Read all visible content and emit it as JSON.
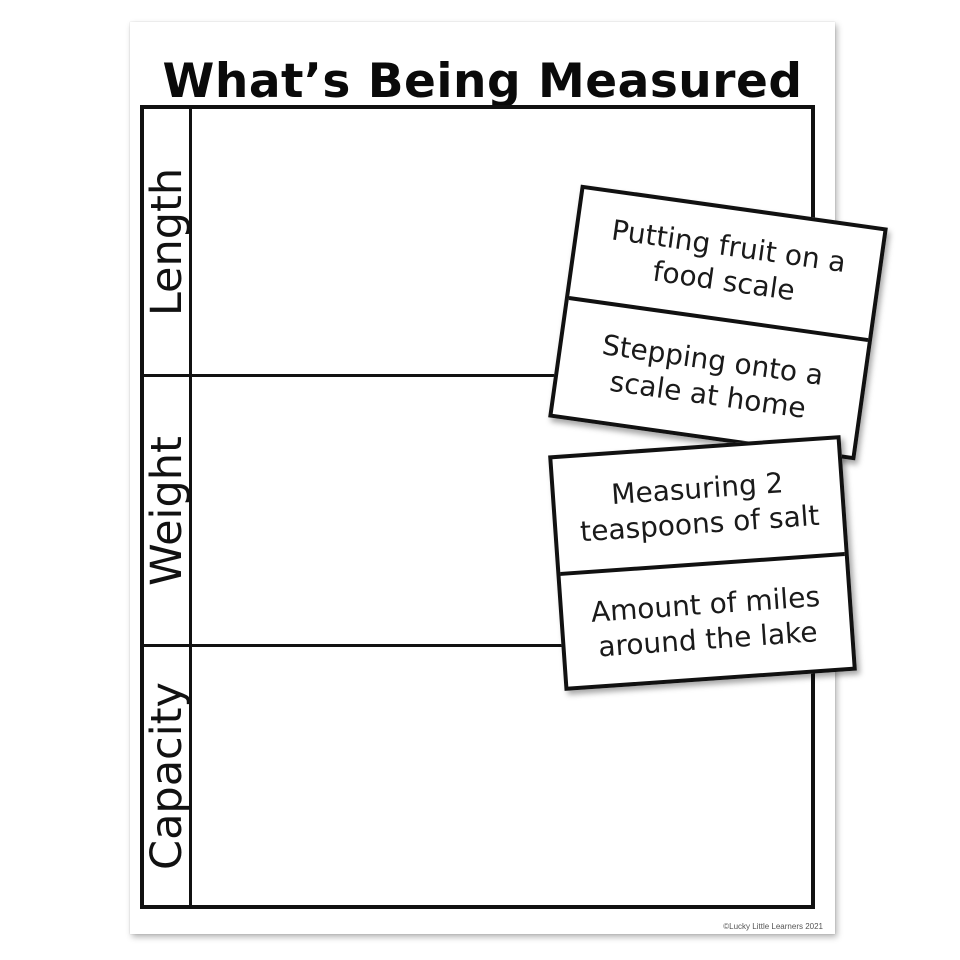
{
  "sheet": {
    "title": "What’s Being Measured",
    "rows": [
      {
        "label": "Length"
      },
      {
        "label": "Weight"
      },
      {
        "label": "Capacity"
      }
    ],
    "copyright": "©Lucky Little Learners 2021"
  },
  "cards": [
    {
      "items": [
        "Putting fruit on a food scale",
        "Stepping onto a scale at home"
      ]
    },
    {
      "items": [
        "Measuring 2 teaspoons of salt",
        "Amount of miles around the lake"
      ]
    }
  ]
}
